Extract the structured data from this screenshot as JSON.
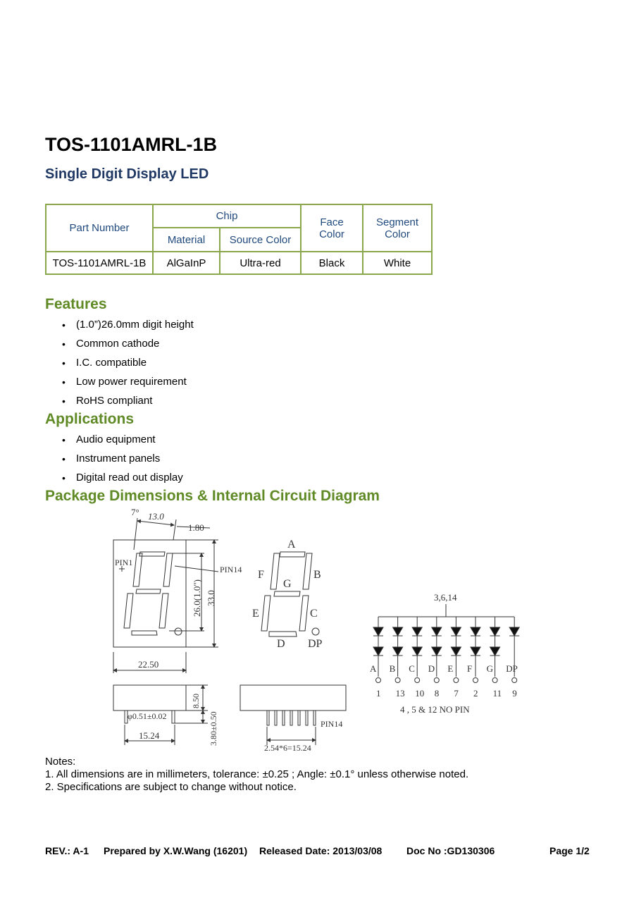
{
  "title": "TOS-1101AMRL-1B",
  "subtitle": "Single Digit Display LED",
  "spec_table": {
    "headers": {
      "part_number": "Part Number",
      "chip": "Chip",
      "material": "Material",
      "source_color": "Source Color",
      "face_color_1": "Face",
      "face_color_2": "Color",
      "segment_color_1": "Segment",
      "segment_color_2": "Color"
    },
    "row": {
      "part_number": "TOS-1101AMRL-1B",
      "material": "AlGaInP",
      "source_color": "Ultra-red",
      "face_color": "Black",
      "segment_color": "White"
    }
  },
  "features": {
    "heading": "Features",
    "items": [
      "(1.0”)26.0mm digit height",
      "Common cathode",
      "I.C. compatible",
      "Low power requirement",
      "RoHS compliant"
    ]
  },
  "applications": {
    "heading": "Applications",
    "items": [
      "Audio equipment",
      "Instrument panels",
      "Digital read out display"
    ]
  },
  "package": {
    "heading": "Package Dimensions & Internal Circuit Diagram",
    "labels": {
      "angle": "7°",
      "width_top": "13.0",
      "offset": "1.80",
      "pin1": "PIN1",
      "pin14": "PIN14",
      "digit_height": "26.0(1.0\")",
      "total_height": "33.0",
      "width_bottom": "22.50",
      "side_height": "8.50",
      "pin_diameter": "φ0.51±0.02",
      "pin_length": "3.80±0.50",
      "row_spacing": "15.24",
      "pin14_side": "PIN14",
      "pitch": "2.54*6=15.24",
      "seg_a": "A",
      "seg_b": "B",
      "seg_c": "C",
      "seg_d": "D",
      "seg_e": "E",
      "seg_f": "F",
      "seg_g": "G",
      "seg_dp": "DP"
    },
    "circuit": {
      "common": "3,6,14",
      "segments": [
        "A",
        "B",
        "C",
        "D",
        "E",
        "F",
        "G",
        "DP"
      ],
      "pins": [
        "1",
        "13",
        "10",
        "8",
        "7",
        "2",
        "11",
        "9"
      ],
      "no_pin_note": "4 , 5 & 12 NO PIN"
    }
  },
  "notes": {
    "heading": "Notes:",
    "items": [
      "1. All dimensions are in millimeters, tolerance: ±0.25 ; Angle: ±0.1° unless otherwise noted.",
      "2. Specifications are subject to change without notice."
    ]
  },
  "footer": {
    "rev": "REV.: A-1",
    "prepared": "Prepared by X.W.Wang (16201)",
    "released": "Released Date: 2013/03/08",
    "doc_no": "Doc No :GD130306",
    "page": "Page 1/2"
  }
}
